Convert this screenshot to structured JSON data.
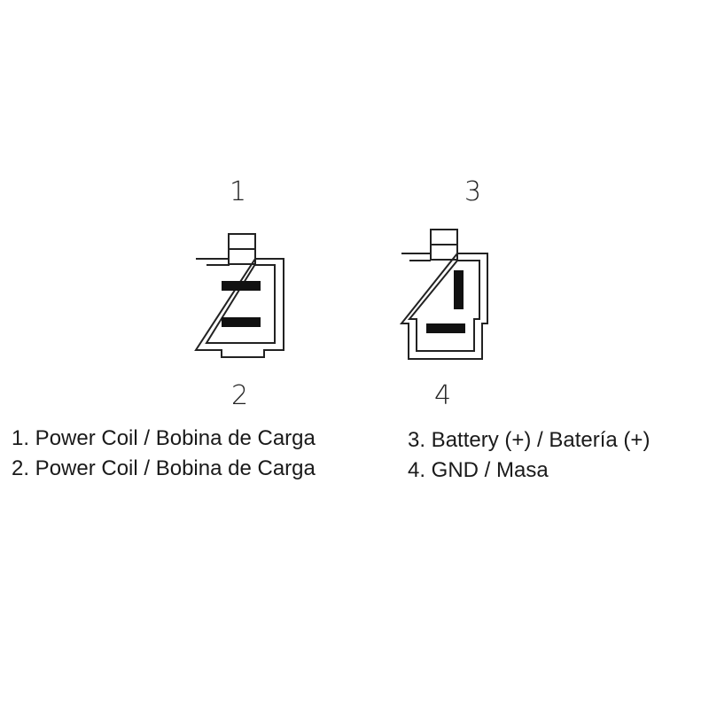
{
  "connectors": [
    {
      "id": "connector-a",
      "pins": [
        {
          "number": "1",
          "orientation": "horizontal"
        },
        {
          "number": "2",
          "orientation": "horizontal"
        }
      ]
    },
    {
      "id": "connector-b",
      "pins": [
        {
          "number": "3",
          "orientation": "vertical"
        },
        {
          "number": "4",
          "orientation": "horizontal"
        }
      ]
    }
  ],
  "legend_left": [
    "1. Power Coil / Bobina de Carga",
    "2. Power Coil / Bobina de Carga"
  ],
  "legend_right": [
    "3. Battery (+) / Batería (+)",
    "4. GND / Masa"
  ],
  "colors": {
    "outline": "#222222",
    "terminal": "#111111",
    "background": "#ffffff"
  }
}
